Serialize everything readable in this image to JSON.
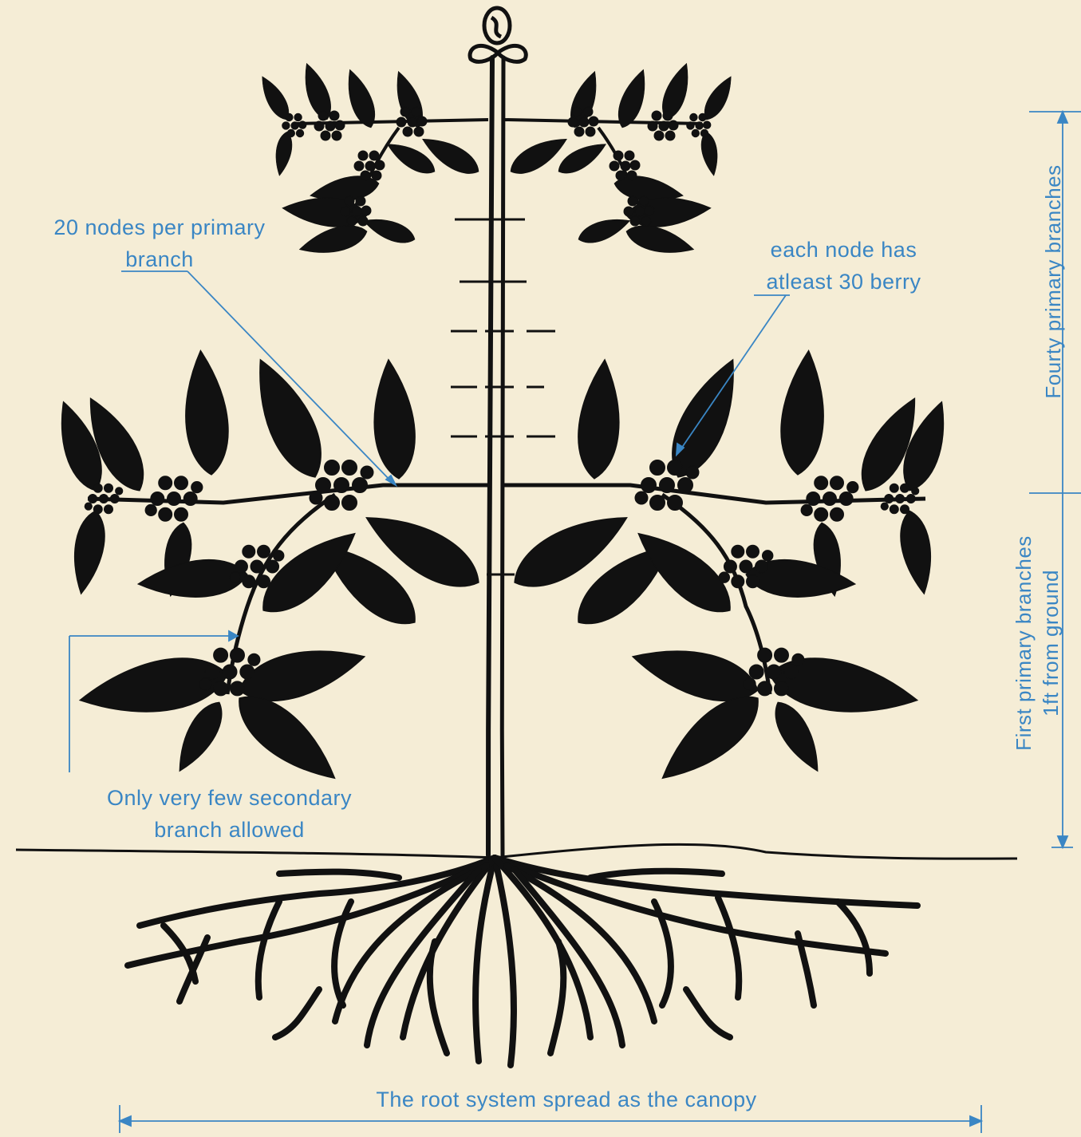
{
  "annotations": {
    "nodes_per_branch": [
      "20 nodes per primary",
      "branch"
    ],
    "berries_per_node": [
      "each node has",
      "atleast 30 berry"
    ],
    "secondary_branch": [
      "Only very few secondary",
      "branch allowed"
    ],
    "root_spread": "The root system spread as the canopy",
    "fourty_primary": "Fourty primary branches",
    "first_primary": [
      "First primary branches",
      "1ft from ground"
    ]
  },
  "colors": {
    "background": "#f5edd6",
    "plant": "#111111",
    "annotation": "#3a86c4"
  }
}
